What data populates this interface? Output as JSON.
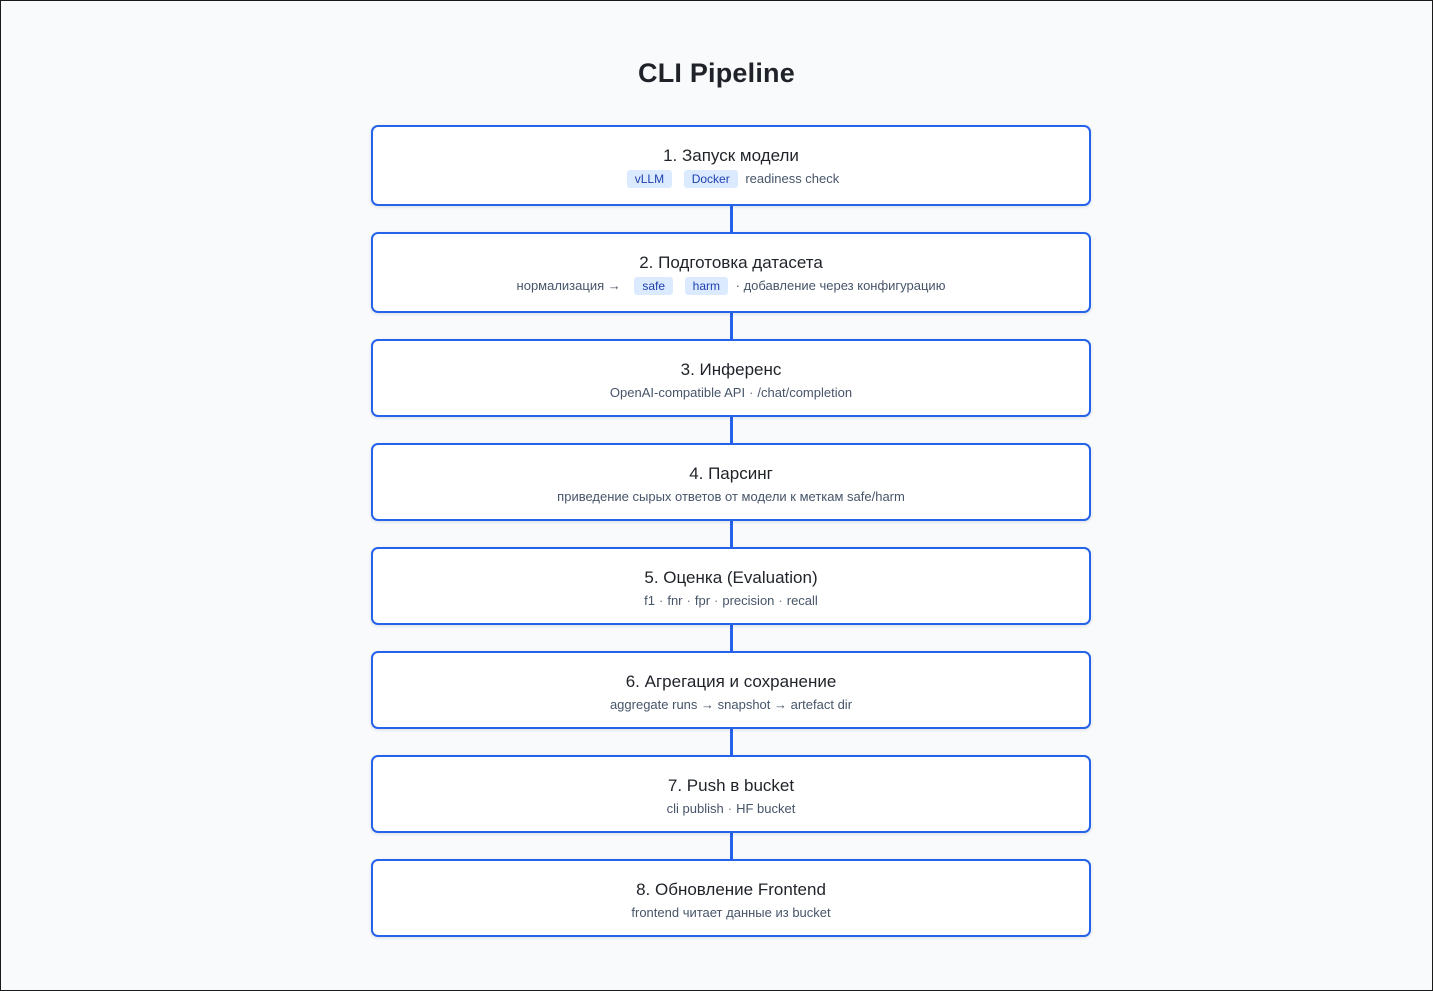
{
  "title": "CLI Pipeline",
  "steps": [
    {
      "title": "1. Запуск модели",
      "chips": [
        "vLLM",
        "Docker"
      ],
      "tail": "readiness check"
    },
    {
      "title": "2. Подготовка датасета",
      "lead": "нормализация →",
      "chips": [
        "safe",
        "harm"
      ],
      "tail": "· добавление через конфигурацию"
    },
    {
      "title": "3. Инференс",
      "items": [
        "OpenAI-compatible API",
        "/chat/completion"
      ]
    },
    {
      "title": "4. Парсинг",
      "text": "приведение сырых ответов от модели к меткам safe/harm"
    },
    {
      "title": "5. Оценка (Evaluation)",
      "items": [
        "f1",
        "fnr",
        "fpr",
        "precision",
        "recall"
      ]
    },
    {
      "title": "6. Агрегация и сохранение",
      "text": "aggregate runs → snapshot → artefact dir"
    },
    {
      "title": "7. Push в bucket",
      "items": [
        "cli publish",
        "HF bucket"
      ]
    },
    {
      "title": "8. Обновление Frontend",
      "text": "frontend читает данные из bucket"
    }
  ],
  "separator": "·",
  "colors": {
    "accent": "#2563eb",
    "chip_bg": "#dbeafe",
    "chip_text": "#1e40af",
    "background": "#f8fafc"
  }
}
